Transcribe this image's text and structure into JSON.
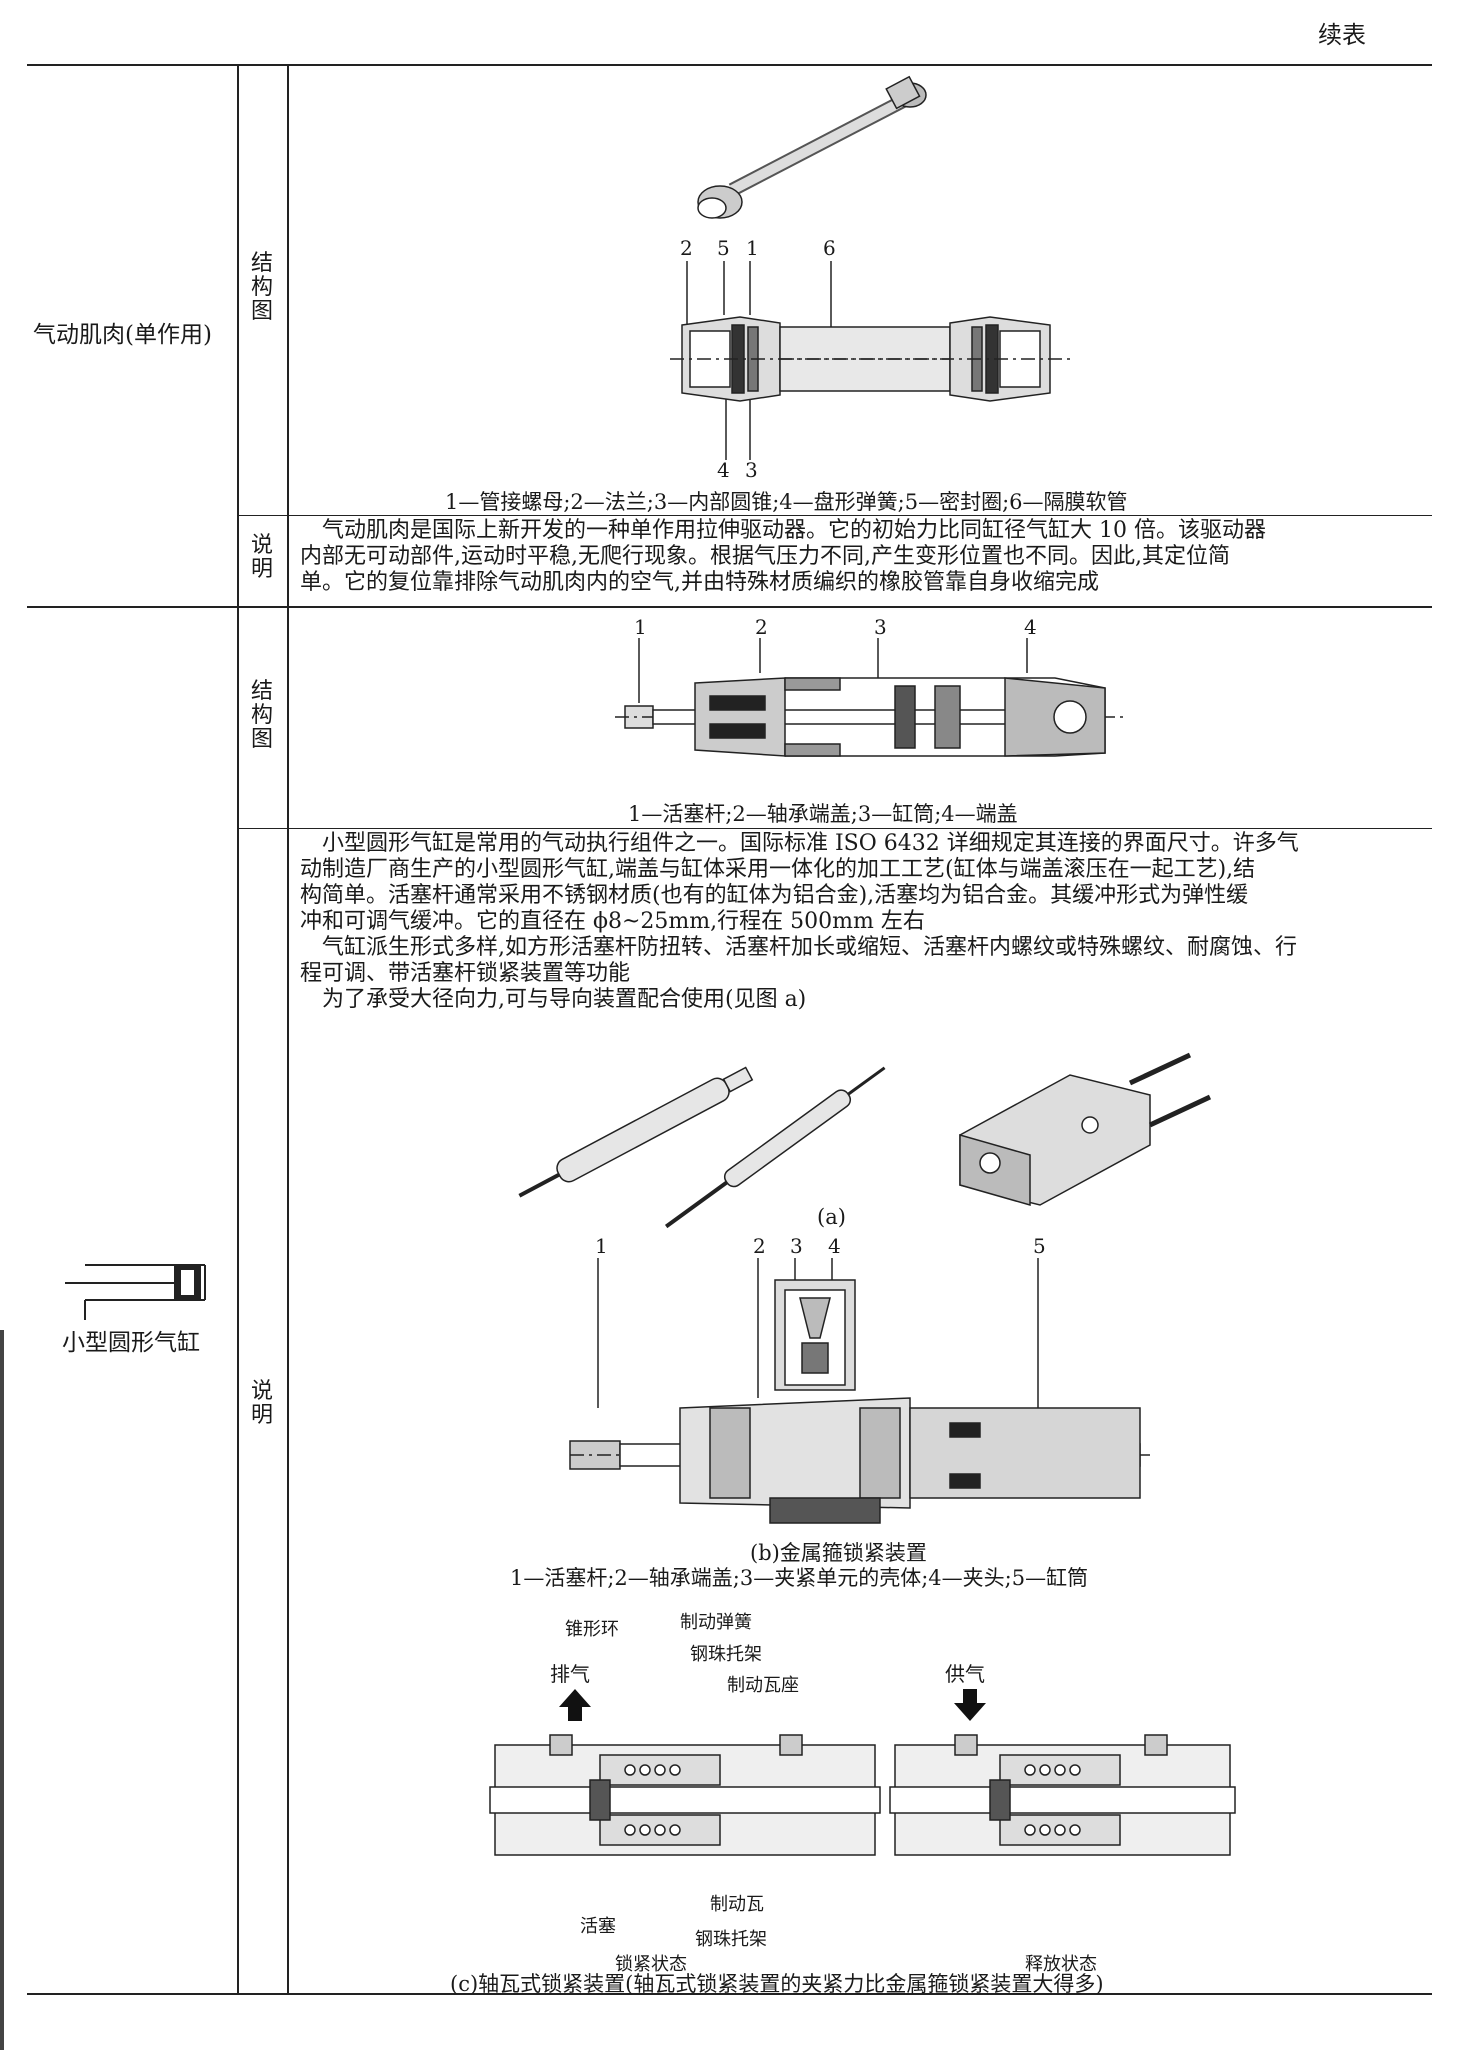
{
  "header": {
    "continued": "续表"
  },
  "row1": {
    "name": "气动肌肉(单作用)",
    "struct_label": [
      "结",
      "构",
      "图"
    ],
    "desc_label": [
      "说",
      "明"
    ],
    "callouts_top": [
      "2",
      "5",
      "1",
      "6"
    ],
    "callouts_bottom": [
      "4",
      "3"
    ],
    "legend": "1—管接螺母;2—法兰;3—内部圆锥;4—盘形弹簧;5—密封圈;6—隔膜软管",
    "description": [
      "气动肌肉是国际上新开发的一种单作用拉伸驱动器。它的初始力比同缸径气缸大 10 倍。该驱动器",
      "内部无可动部件,运动时平稳,无爬行现象。根据气压力不同,产生变形位置也不同。因此,其定位简",
      "单。它的复位靠排除气动肌肉内的空气,并由特殊材质编织的橡胶管靠自身收缩完成"
    ]
  },
  "row2": {
    "name": "小型圆形气缸",
    "struct_label": [
      "结",
      "构",
      "图"
    ],
    "desc_label": [
      "说",
      "明"
    ],
    "callouts": [
      "1",
      "2",
      "3",
      "4"
    ],
    "legend": "1—活塞杆;2—轴承端盖;3—缸筒;4—端盖",
    "description": [
      "小型圆形气缸是常用的气动执行组件之一。国际标准 ISO 6432 详细规定其连接的界面尺寸。许多气",
      "动制造厂商生产的小型圆形气缸,端盖与缸体采用一体化的加工工艺(缸体与端盖滚压在一起工艺),结",
      "构简单。活塞杆通常采用不锈钢材质(也有的缸体为铝合金),活塞均为铝合金。其缓冲形式为弹性缓",
      "冲和可调气缓冲。它的直径在 ϕ8~25mm,行程在 500mm 左右",
      "气缸派生形式多样,如方形活塞杆防扭转、活塞杆加长或缩短、活塞杆内螺纹或特殊螺纹、耐腐蚀、行",
      "程可调、带活塞杆锁紧装置等功能",
      "为了承受大径向力,可与导向装置配合使用(见图 a)"
    ],
    "fig_a_caption": "(a)",
    "fig_b_callouts": [
      "1",
      "2",
      "3",
      "4",
      "5"
    ],
    "fig_b_caption": "(b)金属箍锁紧装置",
    "fig_b_legend": "1—活塞杆;2—轴承端盖;3—夹紧单元的壳体;4—夹头;5—缸筒",
    "fig_c_labels": {
      "cone_ring": "锥形环",
      "brake_spring": "制动弹簧",
      "ball_holder_top": "钢珠托架",
      "brake_seat": "制动瓦座",
      "exhaust": "排气",
      "supply": "供气",
      "piston": "活塞",
      "brake_shoe": "制动瓦",
      "ball_holder_bottom": "钢珠托架",
      "locked": "锁紧状态",
      "released": "释放状态"
    },
    "fig_c_caption": "(c)轴瓦式锁紧装置(轴瓦式锁紧装置的夹紧力比金属箍锁紧装置大得多)"
  }
}
